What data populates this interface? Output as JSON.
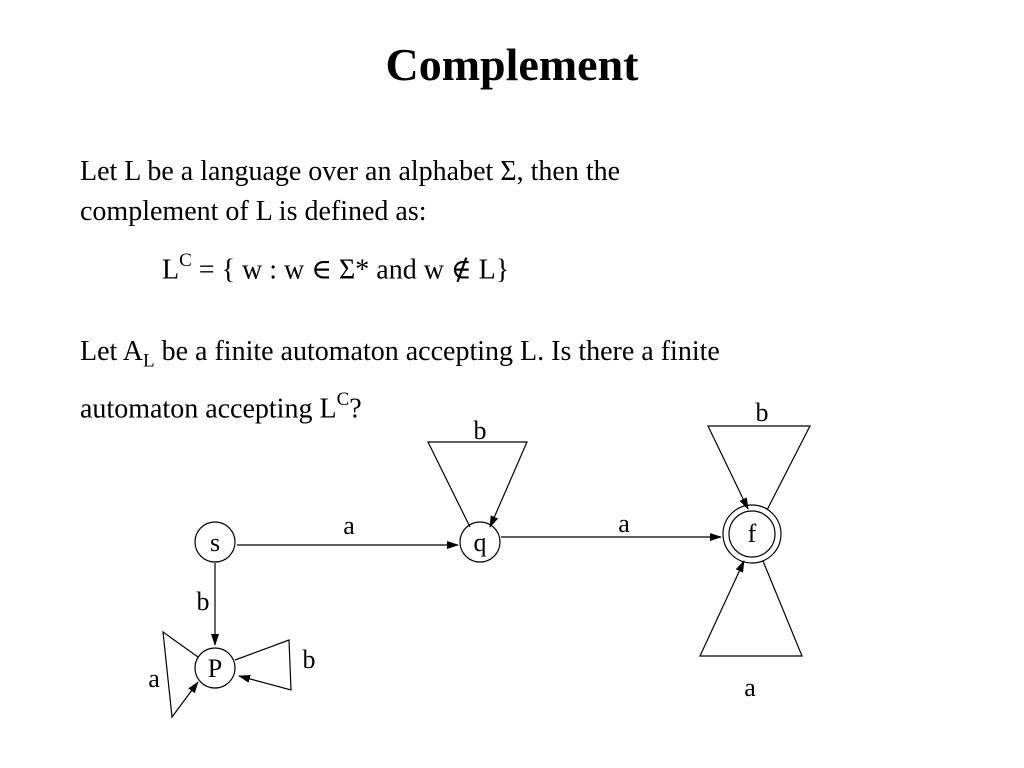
{
  "slide": {
    "title": "Complement",
    "para1_line1": "Let L be a language over an alphabet Σ, then the",
    "para1_line2": "complement of L is defined as:",
    "formula": {
      "lhs": "L",
      "lhs_sup": "C",
      "rhs": " = { w : w ∈ Σ* and w ∉ L}"
    },
    "para2": {
      "part1": "Let A",
      "sub": "L",
      "part2": " be a finite automaton accepting L. Is there a finite",
      "line2_part1": "automaton accepting L",
      "line2_sup": "C",
      "line2_part2": "?"
    }
  },
  "automaton": {
    "states": {
      "s": "s",
      "q": "q",
      "f": "f",
      "p": "P"
    },
    "transitions": {
      "s_to_q": "a",
      "q_to_f": "a",
      "s_to_p": "b",
      "q_loop": "b",
      "f_loop_top": "b",
      "f_loop_bottom": "a",
      "p_loop_left": "a",
      "p_loop_right": "b"
    }
  }
}
